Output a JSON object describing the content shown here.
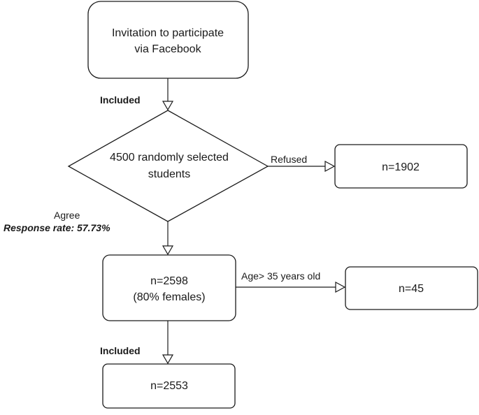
{
  "nodes": {
    "invitation": {
      "line1": "Invitation to participate",
      "line2": "via Facebook"
    },
    "selected": {
      "line1": "4500 randomly selected",
      "line2": "students"
    },
    "refused_count": {
      "label": "n=1902"
    },
    "sample": {
      "line1": "n=2598",
      "line2": "(80% females)"
    },
    "excluded_age": {
      "label": "n=45"
    },
    "final": {
      "label": "n=2553"
    }
  },
  "edges": {
    "included_1": "Included",
    "refused": "Refused",
    "agree": "Agree",
    "response_rate": "Response rate: 57.73%",
    "age": "Age> 35 years old",
    "included_2": "Included"
  }
}
